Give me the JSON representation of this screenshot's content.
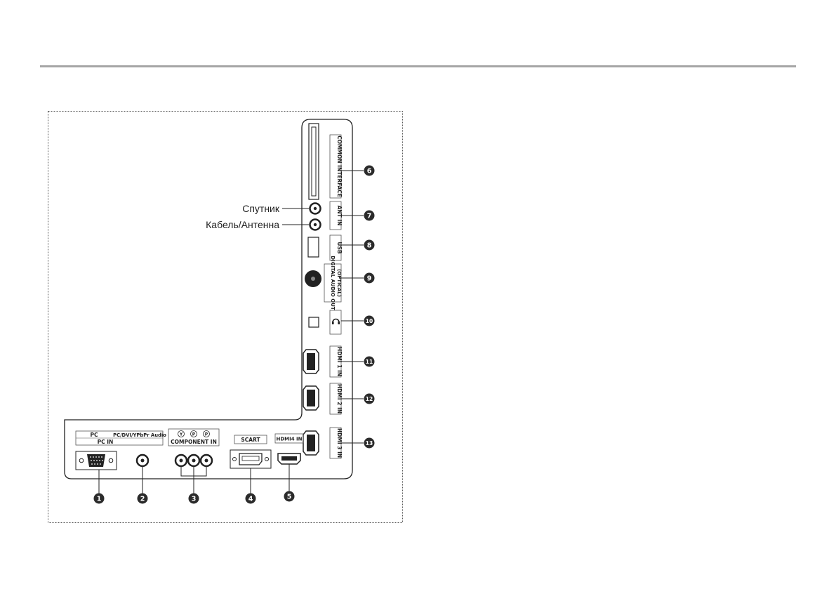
{
  "callouts": {
    "satellite": "Спутник",
    "cable_antenna": "Кабель/Антенна"
  },
  "side_panel": {
    "common_interface": "COMMON INTERFACE",
    "ant_in": "ANT IN",
    "usb": "USB",
    "digital_audio_line1": "DIGITAL AUDIO OUT",
    "digital_audio_line2": "(OPTICAL)",
    "hdmi1": "HDMI 1 IN",
    "hdmi2": "HDMI 2 IN",
    "hdmi3": "HDMI 3 IN"
  },
  "bottom_panel": {
    "pc": "PC",
    "pc_audio": "PC/DVI/YPbPr  Audio",
    "pc_in": "PC IN",
    "comp_y": "Y",
    "comp_pb": "P",
    "comp_pr": "P",
    "component_in": "COMPONENT   IN",
    "scart": "SCART",
    "hdmi4": "HDMI4 IN"
  },
  "markers": [
    "1",
    "2",
    "3",
    "4",
    "5",
    "6",
    "7",
    "8",
    "9",
    "10",
    "11",
    "12",
    "13"
  ]
}
